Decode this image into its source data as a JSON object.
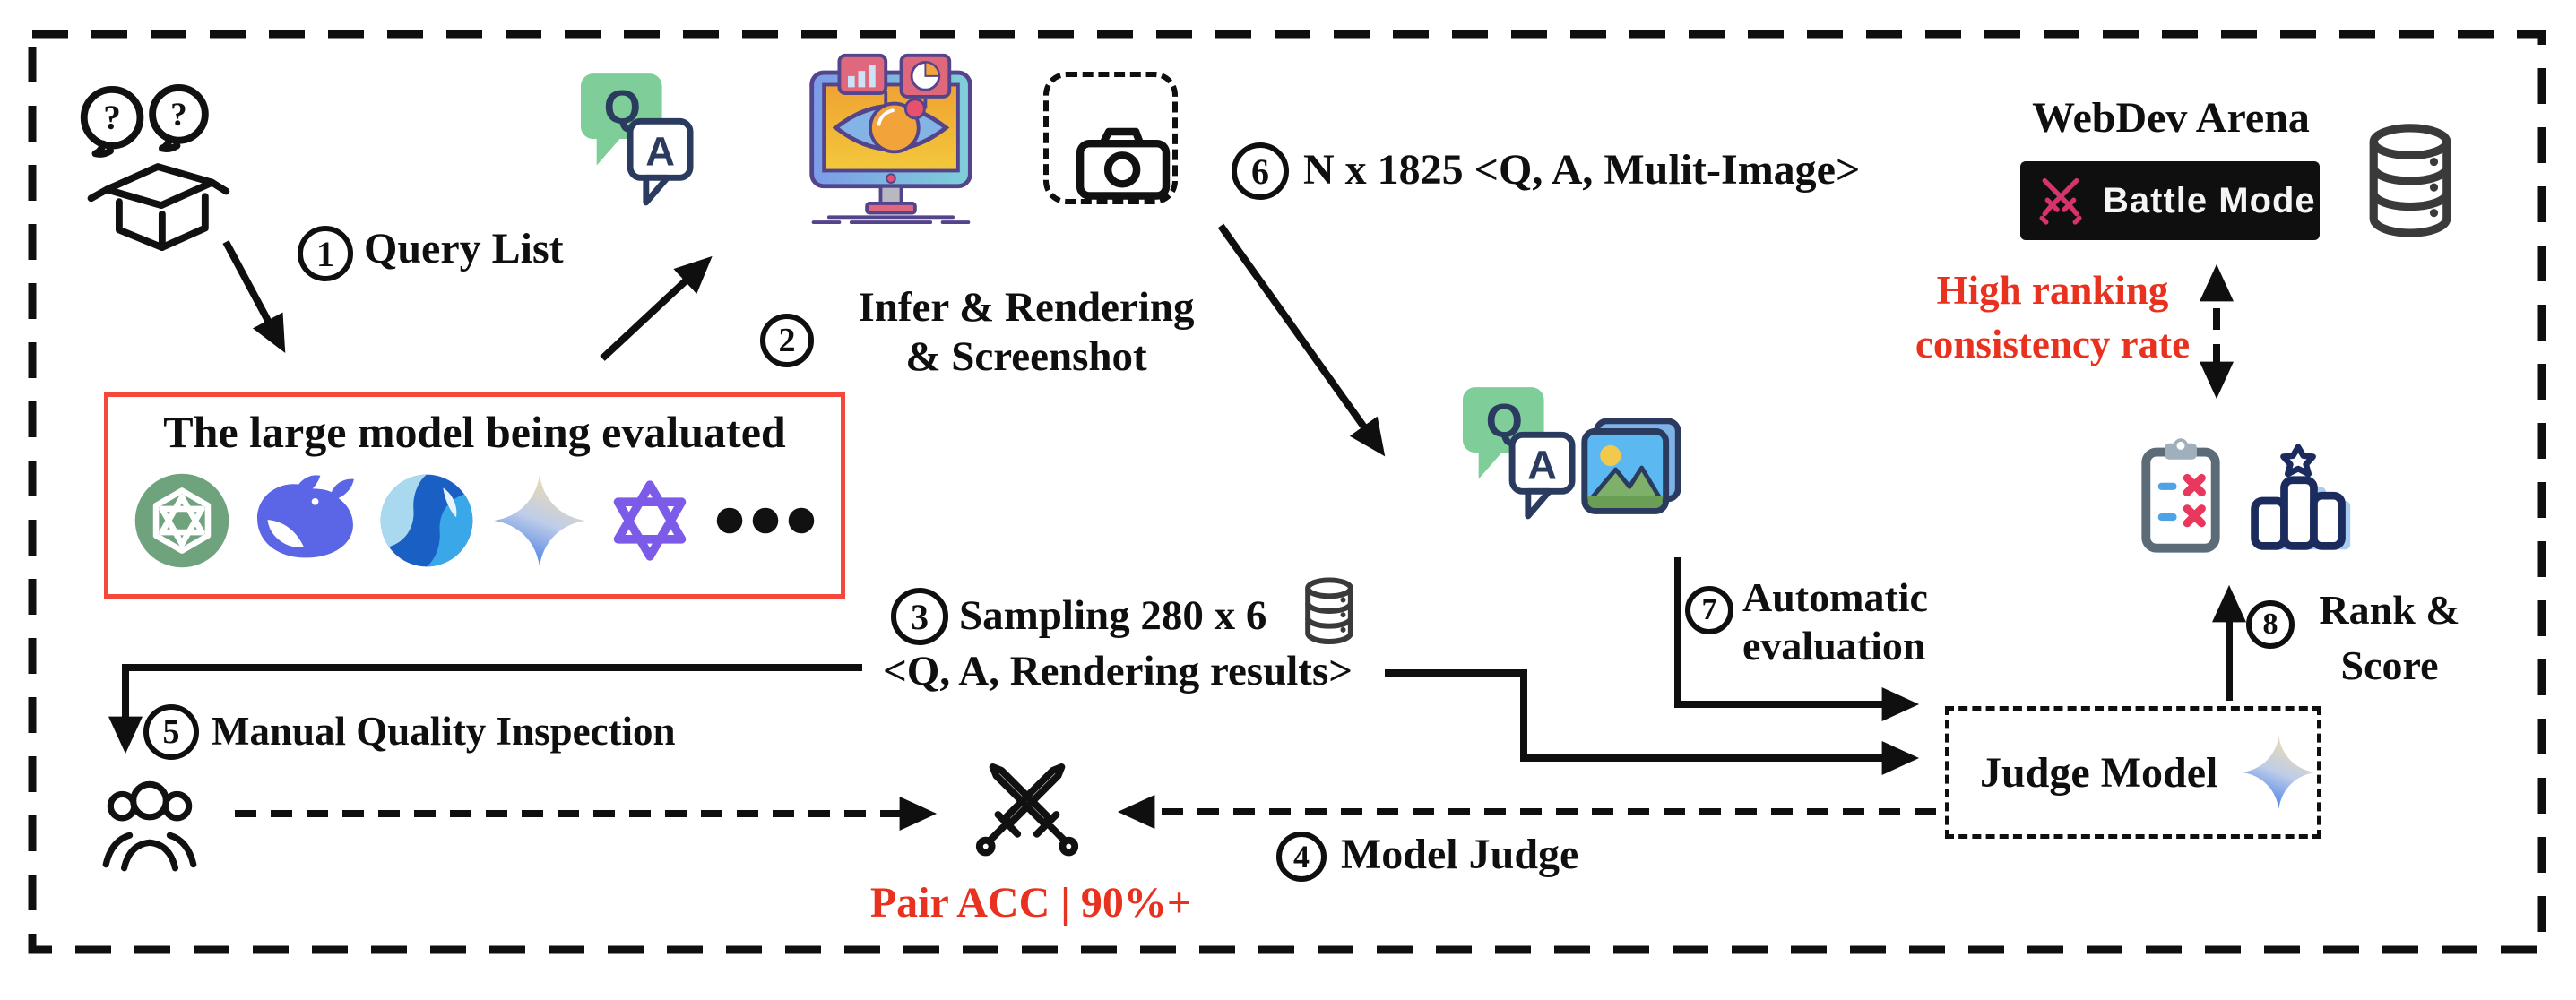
{
  "figure": {
    "type": "evaluation-pipeline-diagram",
    "background": "#ffffff",
    "border_color": "#111111"
  },
  "steps": {
    "s1": {
      "num": "1",
      "label": "Query List"
    },
    "s2": {
      "num": "2",
      "line1": "Infer & Rendering",
      "line2": "& Screenshot"
    },
    "s3": {
      "num": "3",
      "line1": "Sampling 280 x 6",
      "line2": "<Q, A, Rendering results>"
    },
    "s4": {
      "num": "4",
      "label": "Model Judge"
    },
    "s5": {
      "num": "5",
      "label": "Manual Quality Inspection"
    },
    "s6": {
      "num": "6",
      "label": "N x 1825 <Q, A, Mulit-Image>"
    },
    "s7": {
      "num": "7",
      "line1": "Automatic",
      "line2": "evaluation"
    },
    "s8": {
      "num": "8",
      "line1": "Rank &",
      "line2": "Score"
    }
  },
  "evaluated_models_box": {
    "title": "The large model being evaluated",
    "logos": [
      "openai-logo",
      "deepseek-logo",
      "hunyuan-logo",
      "gemini-logo",
      "qwen-logo",
      "ellipsis-icon"
    ]
  },
  "webdev_arena": {
    "title": "WebDev Arena",
    "badge_label": "Battle Mode"
  },
  "judge_model": {
    "label": "Judge Model"
  },
  "annotations": {
    "ranking_line1": "High ranking",
    "ranking_line2": "consistency rate",
    "pair_acc": "Pair ACC | 90%+"
  },
  "colors": {
    "annotation_red": "#E8321F",
    "model_box_border": "#F4483C",
    "badge_background": "#0F0F0F",
    "badge_swords_pink": "#D6336C",
    "qa_bubble_green": "#7FCE99",
    "qa_outline_navy": "#2A3B5F",
    "database_gray": "#3A3A3A",
    "podium_navy": "#1B2B5E",
    "podium_blue": "#A9CDF2"
  },
  "icons": {
    "question_box": "question-box-icon",
    "qa_chat": "qa-chat-icon",
    "monitor": "monitor-render-icon",
    "camera": "camera-icon",
    "database": "database-icon",
    "battle_swords": "battle-swords-icon",
    "gemini_star": "gemini-star-icon",
    "qa_image": "qa-image-icon",
    "clipboard": "clipboard-check-icon",
    "podium": "podium-rank-icon",
    "people": "people-group-icon",
    "crossed_swords": "crossed-swords-icon"
  }
}
